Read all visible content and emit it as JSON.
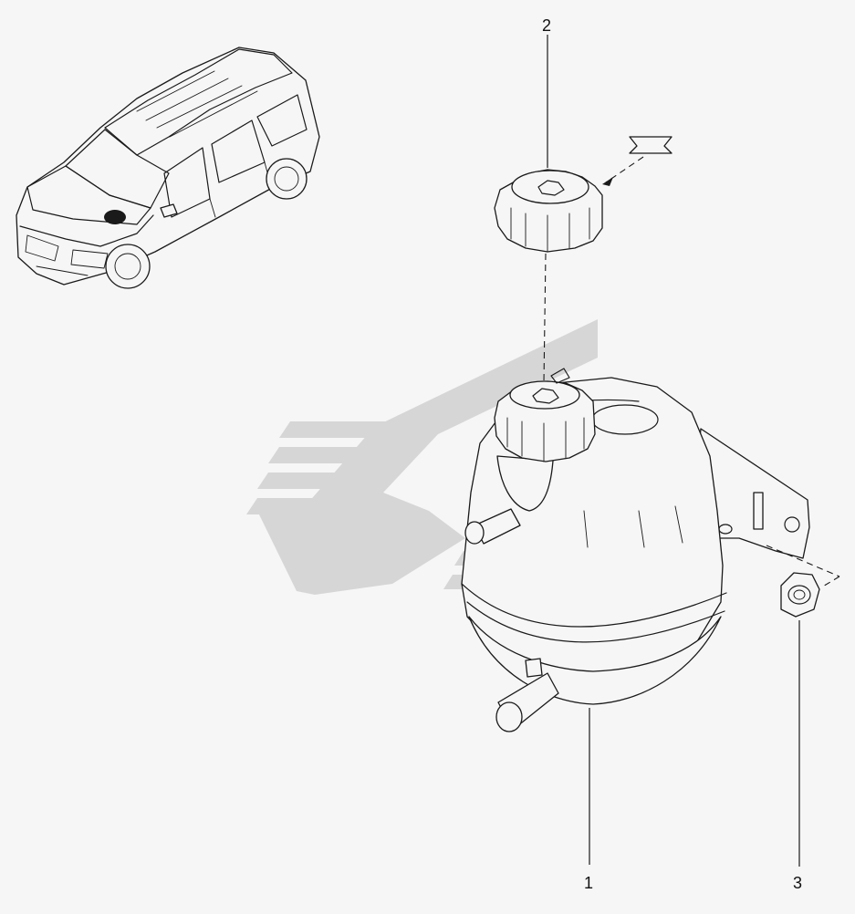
{
  "diagram": {
    "callouts": [
      "1",
      "2",
      "3"
    ]
  },
  "colors": {
    "background": "#f6f6f6",
    "line": "#1a1a1a",
    "watermark": "#d3d3d3"
  }
}
